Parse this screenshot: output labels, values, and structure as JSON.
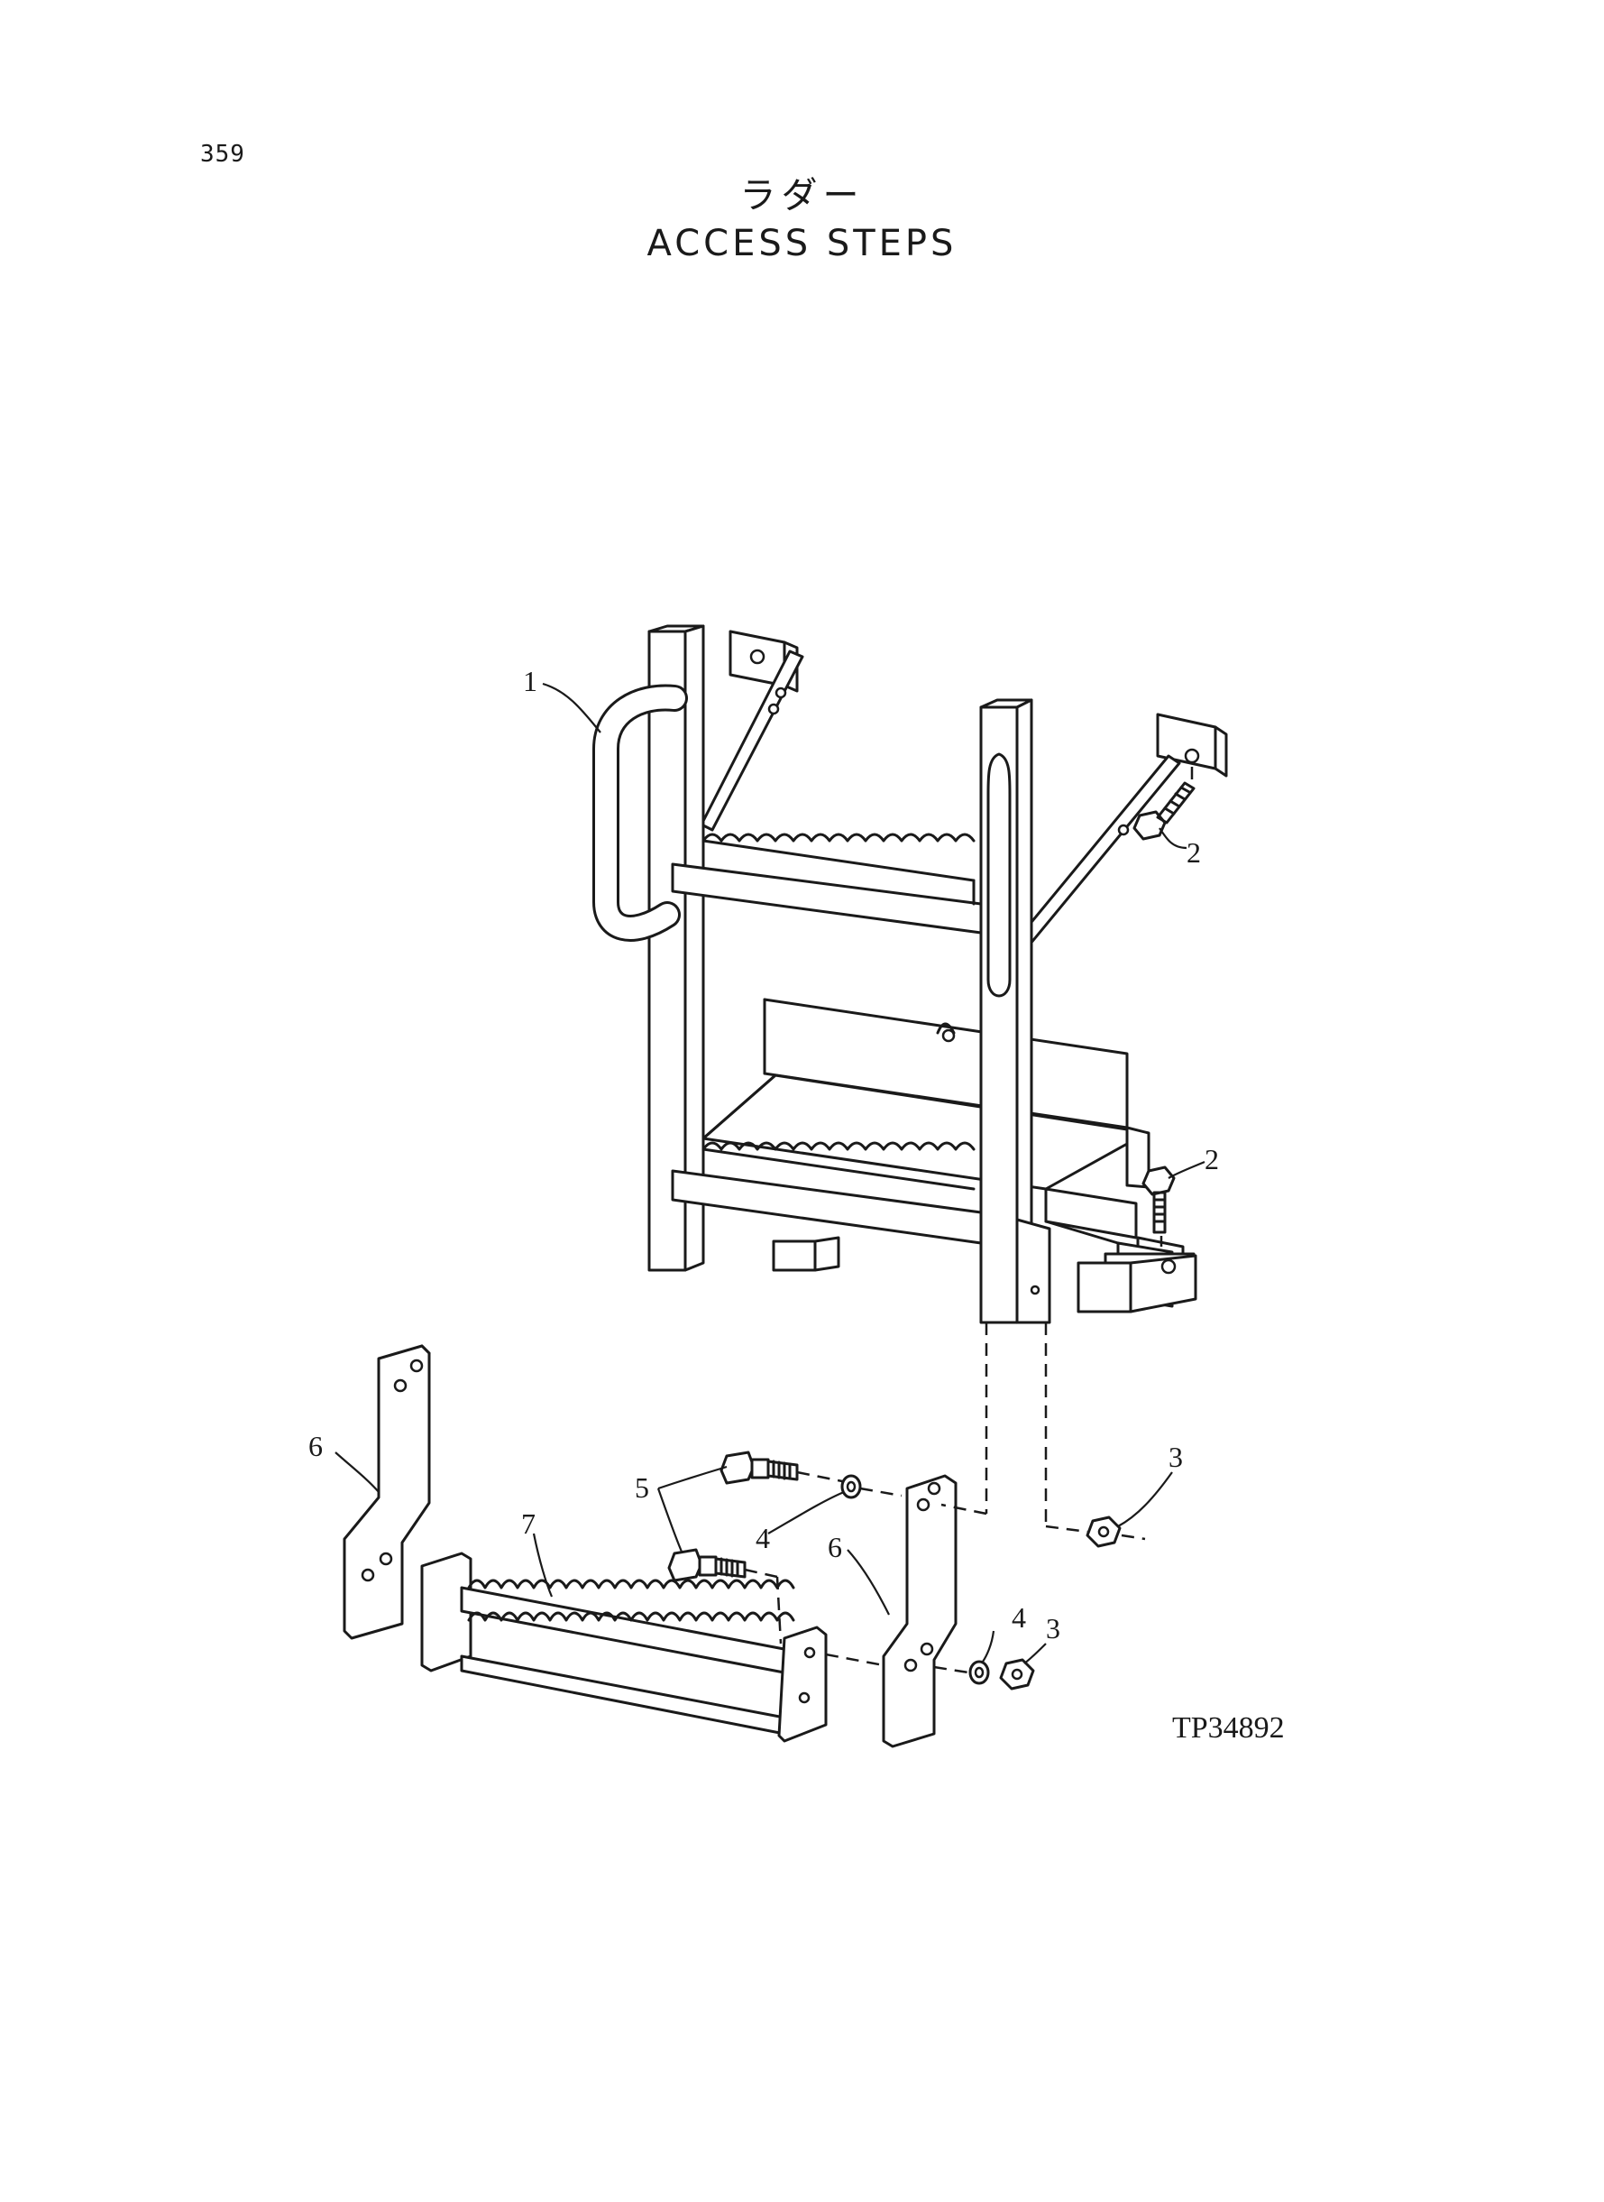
{
  "page": {
    "number": "359"
  },
  "title": {
    "japanese": "ラダー",
    "english": "ACCESS STEPS"
  },
  "diagram": {
    "drawing_id": "TP34892",
    "callouts": [
      {
        "id": "callout-1",
        "label": "1"
      },
      {
        "id": "callout-2-upper",
        "label": "2"
      },
      {
        "id": "callout-2-lower",
        "label": "2"
      },
      {
        "id": "callout-3-right",
        "label": "3"
      },
      {
        "id": "callout-3-lower",
        "label": "3"
      },
      {
        "id": "callout-4-mid",
        "label": "4"
      },
      {
        "id": "callout-4-lower",
        "label": "4"
      },
      {
        "id": "callout-5",
        "label": "5"
      },
      {
        "id": "callout-6-left",
        "label": "6"
      },
      {
        "id": "callout-6-mid",
        "label": "6"
      },
      {
        "id": "callout-7",
        "label": "7"
      }
    ]
  }
}
